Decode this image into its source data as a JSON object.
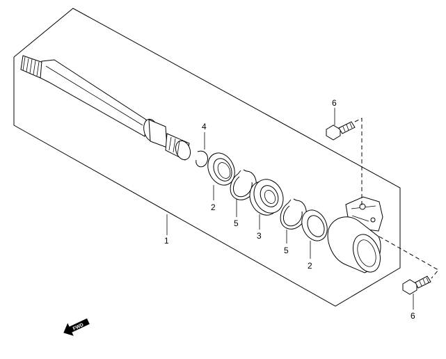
{
  "diagram": {
    "callouts": {
      "shaft": "1",
      "seal_left": "2",
      "seal_right": "2",
      "bearing": "3",
      "circlip": "4",
      "ring_left": "5",
      "ring_right": "5",
      "bolt_top": "6",
      "bolt_bottom": "6"
    },
    "direction_badge": "FWD"
  }
}
